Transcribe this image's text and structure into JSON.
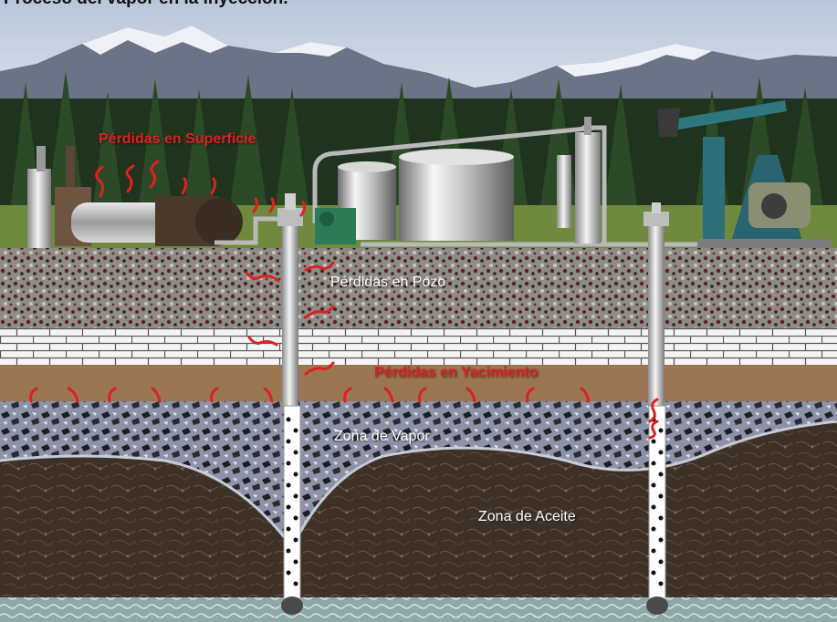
{
  "title": "Proceso del vapor en la inyección.",
  "labels": {
    "surface_losses": "Pérdidas en Superficie",
    "well_losses": "Pérdidas en Pozo",
    "reservoir_losses": "Pérdidas en Yacimiento",
    "steam_zone": "Zona de Vapor",
    "oil_zone": "Zona de Aceite"
  },
  "colors": {
    "loss_accent": "#e02020",
    "label_text": "#ffffff",
    "sky": "#c9d4e3",
    "forest": "#21361f",
    "steam_zone": "#8a8fa5",
    "oil_zone": "#3d3026"
  }
}
